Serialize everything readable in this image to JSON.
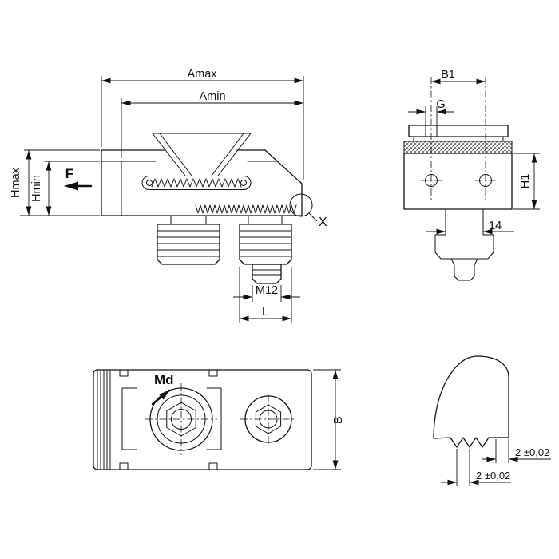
{
  "views": {
    "side": {
      "amax": "Amax",
      "amin": "Amin",
      "hmax": "Hmax",
      "hmin": "Hmin",
      "force": "F",
      "detail_ref": "X",
      "thread": "M12",
      "length": "L"
    },
    "front": {
      "b1": "B1",
      "g": "G",
      "h1": "H1",
      "slot": "14"
    },
    "top": {
      "torque": "Md",
      "width": "B"
    },
    "detail": {
      "dim_flat": "2 ±0,02",
      "dim_pitch": "2 ±0,02"
    }
  }
}
